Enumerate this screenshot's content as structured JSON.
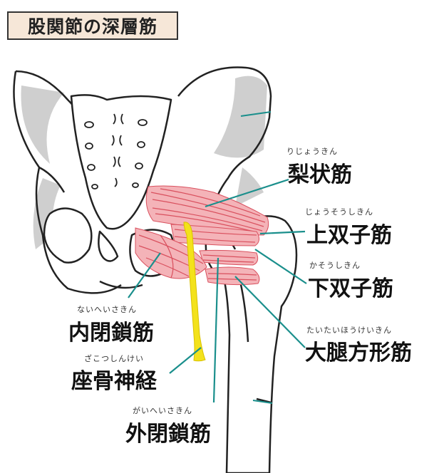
{
  "title": "股関節の深層筋",
  "labels": {
    "piriformis": {
      "kanji": "梨状筋",
      "reading": "りじょうきん"
    },
    "superior_gemellus": {
      "kanji": "上双子筋",
      "reading": "じょうそうしきん"
    },
    "inferior_gemellus": {
      "kanji": "下双子筋",
      "reading": "かそうしきん"
    },
    "quadratus_femoris": {
      "kanji": "大腿方形筋",
      "reading": "たいたいほうけいきん"
    },
    "obturator_internus": {
      "kanji": "内閉鎖筋",
      "reading": "ないへいさきん"
    },
    "sciatic_nerve": {
      "kanji": "座骨神経",
      "reading": "ざこつしんけい"
    },
    "obturator_externus": {
      "kanji": "外閉鎖筋",
      "reading": "がいへいさきん"
    }
  },
  "colors": {
    "muscle": "#e8747f",
    "muscle_light": "#f4b3b8",
    "nerve": "#f3e21b",
    "leader": "#1a8f8c",
    "bone_outline": "#222222",
    "bone_shadow": "#cfcfcf",
    "title_bg": "#f6e7d8"
  }
}
